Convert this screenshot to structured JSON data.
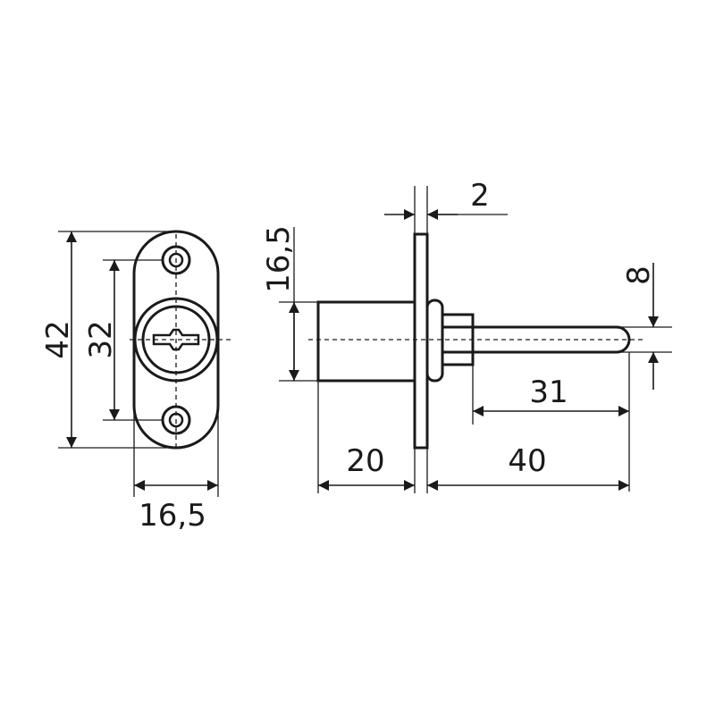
{
  "dimensions": {
    "front_height_total": "42",
    "front_height_holes": "32",
    "front_width": "16,5",
    "side_cylinder_diameter": "16,5",
    "plate_thickness": "2",
    "bolt_diameter": "8",
    "bolt_extension": "31",
    "cylinder_length": "20",
    "overall_length": "40"
  },
  "colors": {
    "line": "#1a1a1a",
    "background": "#ffffff"
  }
}
